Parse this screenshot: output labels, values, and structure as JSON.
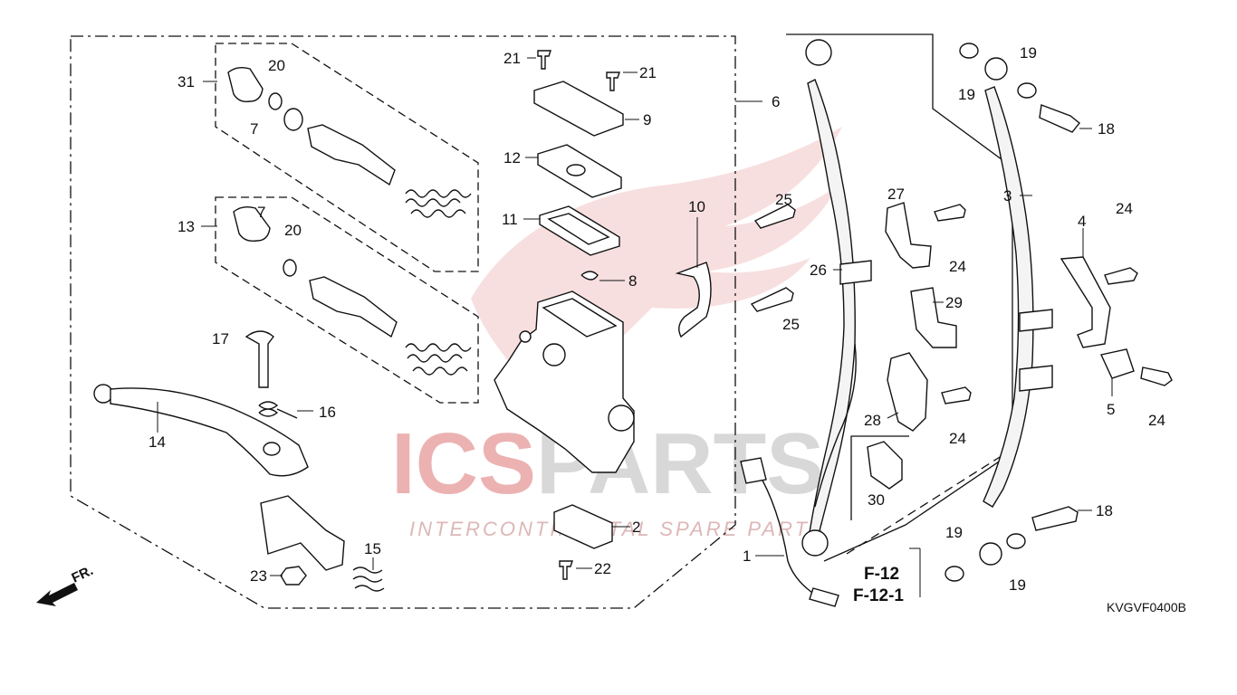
{
  "diagram": {
    "code": "KVGVF0400B",
    "direction_label": "FR.",
    "references": [
      "F-12",
      "F-12-1"
    ],
    "watermark": {
      "brand": "ICSPARTS",
      "brand_accent": "ICS",
      "brand_rest": "PARTS",
      "tagline": "INTERCONTINENTAL SPARE PARTS"
    },
    "colors": {
      "line": "#111111",
      "watermark_red": "#e8a0a0",
      "watermark_gray": "#cfcfcf",
      "hose_fill": "#f4f4f4"
    },
    "callouts": [
      {
        "id": "c31",
        "label": "31"
      },
      {
        "id": "c20a",
        "label": "20"
      },
      {
        "id": "c7a",
        "label": "7"
      },
      {
        "id": "c13",
        "label": "13"
      },
      {
        "id": "c7b",
        "label": "7"
      },
      {
        "id": "c20b",
        "label": "20"
      },
      {
        "id": "c17",
        "label": "17"
      },
      {
        "id": "c16",
        "label": "16"
      },
      {
        "id": "c14",
        "label": "14"
      },
      {
        "id": "c23",
        "label": "23"
      },
      {
        "id": "c15",
        "label": "15"
      },
      {
        "id": "c21a",
        "label": "21"
      },
      {
        "id": "c21b",
        "label": "21"
      },
      {
        "id": "c9",
        "label": "9"
      },
      {
        "id": "c12",
        "label": "12"
      },
      {
        "id": "c11",
        "label": "11"
      },
      {
        "id": "c8",
        "label": "8"
      },
      {
        "id": "c10",
        "label": "10"
      },
      {
        "id": "c25a",
        "label": "25"
      },
      {
        "id": "c25b",
        "label": "25"
      },
      {
        "id": "c6",
        "label": "6"
      },
      {
        "id": "c2",
        "label": "2"
      },
      {
        "id": "c22",
        "label": "22"
      },
      {
        "id": "c26",
        "label": "26"
      },
      {
        "id": "c27",
        "label": "27"
      },
      {
        "id": "c24a",
        "label": "24"
      },
      {
        "id": "c29",
        "label": "29"
      },
      {
        "id": "c28",
        "label": "28"
      },
      {
        "id": "c24b",
        "label": "24"
      },
      {
        "id": "c30",
        "label": "30"
      },
      {
        "id": "c1",
        "label": "1"
      },
      {
        "id": "c19a",
        "label": "19"
      },
      {
        "id": "c19b",
        "label": "19"
      },
      {
        "id": "c18a",
        "label": "18"
      },
      {
        "id": "c3",
        "label": "3"
      },
      {
        "id": "c4",
        "label": "4"
      },
      {
        "id": "c24c",
        "label": "24"
      },
      {
        "id": "c5",
        "label": "5"
      },
      {
        "id": "c24d",
        "label": "24"
      },
      {
        "id": "c18b",
        "label": "18"
      },
      {
        "id": "c19c",
        "label": "19"
      },
      {
        "id": "c19d",
        "label": "19"
      }
    ]
  }
}
